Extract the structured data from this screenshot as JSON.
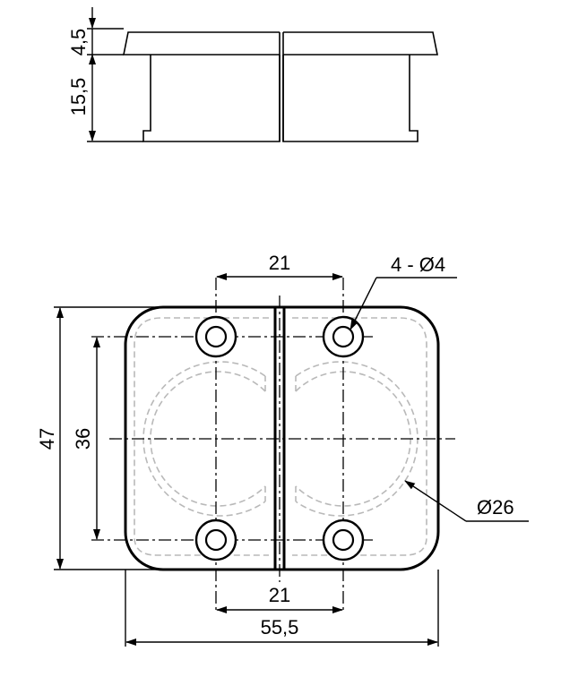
{
  "side_view": {
    "dim_cap_height": "4,5",
    "dim_body_height": "15,5"
  },
  "top_view": {
    "dim_hole_spacing_top": "21",
    "dim_hole_spacing_bottom": "21",
    "dim_overall_width": "55,5",
    "dim_overall_height": "47",
    "dim_hole_spacing_vertical": "36",
    "callout_holes": "4 - Ø4",
    "callout_bore": "Ø26"
  }
}
